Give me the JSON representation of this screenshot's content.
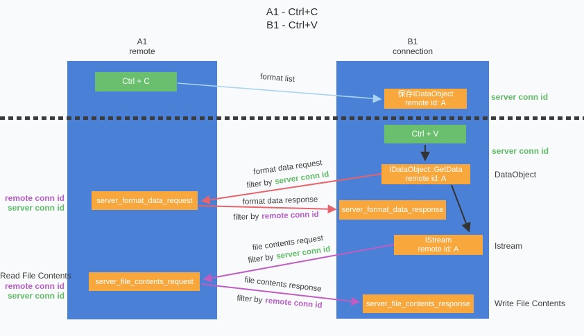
{
  "title": {
    "line1": "A1 - Ctrl+C",
    "line2": "B1 - Ctrl+V"
  },
  "lanes": {
    "left": {
      "name": "A1",
      "subtitle": "remote"
    },
    "right": {
      "name": "B1",
      "subtitle": "connection"
    }
  },
  "nodes": {
    "ctrl_c": {
      "label": "Ctrl + C"
    },
    "save_dataobject": {
      "line1": "保存IDataObject",
      "line2": "remote id: A"
    },
    "ctrl_v": {
      "label": "Ctrl + V"
    },
    "getdata": {
      "line1": "IDataObject::GetData",
      "line2": "remote id: A"
    },
    "format_request": {
      "label": "server_format_data_request"
    },
    "format_response": {
      "label": "server_format_data_response"
    },
    "istream": {
      "line1": "IStream",
      "line2": "remote id: A"
    },
    "file_request": {
      "label": "server_file_contents_request"
    },
    "file_response": {
      "label": "server_file_contents_response"
    }
  },
  "arrow_labels": {
    "format_list": "format list",
    "format_data_request": "format data request",
    "format_data_response": "format data response",
    "file_contents_request": "file contents request",
    "file_contents_response": "file contents response",
    "filter_by": "filter by",
    "server_conn_id": "server conn id",
    "remote_conn_id": "remote conn id"
  },
  "side_labels": {
    "server_conn_id_top": "server conn id",
    "server_conn_id_mid": "server conn id",
    "dataobject": "DataObject",
    "istream": "Istream",
    "write_file_contents": "Write File Contents",
    "read_file_contents": "Read File Contents",
    "remote_conn_id": "remote conn id",
    "server_conn_id": "server conn id"
  },
  "colors": {
    "lane_blue": "#4a80d5",
    "box_green": "#6abf6e",
    "box_orange": "#f8a73c",
    "arrow_red": "#e8646c",
    "arrow_magenta": "#bf5ec2",
    "arrow_light_blue": "#a9d3ee",
    "arrow_black": "#333333",
    "label_green": "#5fbb66",
    "label_purple": "#b55fc4"
  }
}
